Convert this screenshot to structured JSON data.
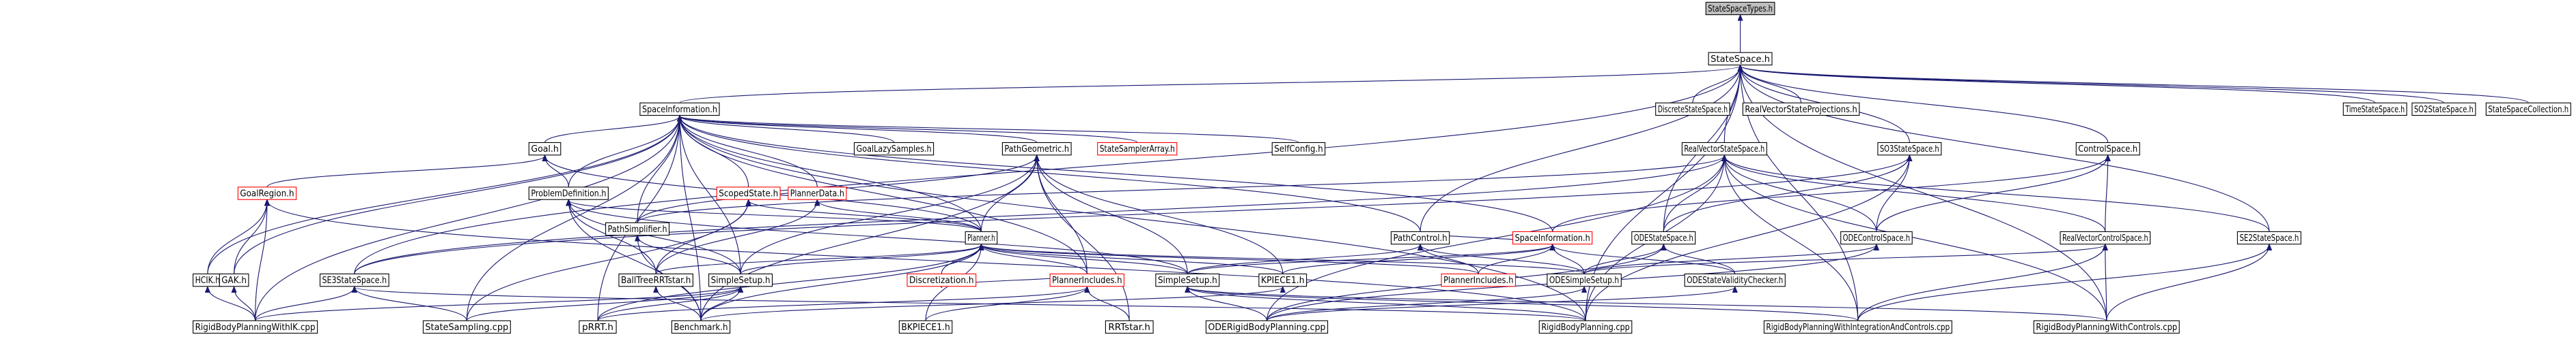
{
  "title": "StateSpaceTypes.h",
  "colors": {
    "edge": "#191970",
    "node_border": "#000000",
    "node_border_missing": "#ff0000",
    "root_fill": "#bfbfbf",
    "node_fill": "#ffffff"
  },
  "nodes": {
    "root": "StateSpaceTypes.h",
    "statespace": "StateSpace.h",
    "spaceinfo": "SpaceInformation.h",
    "discrete": "DiscreteStateSpace.h",
    "realvecproj": "RealVectorStateProjections.h",
    "timess": "TimeStateSpace.h",
    "so2": "SO2StateSpace.h",
    "collection": "StateSpaceCollection.h",
    "goal": "Goal.h",
    "scoped": "ScopedState.h",
    "goallazy": "GoalLazySamples.h",
    "pathgeo": "PathGeometric.h",
    "sampler": "StateSamplerArray.h",
    "selfconfig": "SelfConfig.h",
    "realvecss": "RealVectorStateSpace.h",
    "so3": "SO3StateSpace.h",
    "controlspace": "ControlSpace.h",
    "goalregion": "GoalRegion.h",
    "probdef": "ProblemDefinition.h",
    "pathsimp": "PathSimplifier.h",
    "plannerdata": "PlannerData.h",
    "planner": "Planner.h",
    "pathcontrol": "PathControl.h",
    "spaceinfo2": "SpaceInformation.h",
    "odess": "ODEStateSpace.h",
    "odecontrolspace": "ODEControlSpace.h",
    "realvecctrl": "RealVectorControlSpace.h",
    "se2": "SE2StateSpace.h",
    "hcik": "HCIK.h",
    "gak": "GAK.h",
    "se3": "SE3StateSpace.h",
    "balltree": "BallTreeRRTstar.h",
    "simplesetup": "SimpleSetup.h",
    "discretization": "Discretization.h",
    "plannerincludes": "PlannerIncludes.h",
    "simplesetup2": "SimpleSetup.h",
    "kpiece1": "KPIECE1.h",
    "plannerincludes2": "PlannerIncludes.h",
    "odesimplesetup": "ODESimpleSetup.h",
    "odevalidity": "ODEStateValidityChecker.h",
    "rbwhik": "RigidBodyPlanningWithIK.cpp",
    "statesampling": "StateSampling.cpp",
    "prrt": "pRRT.h",
    "benchmark": "Benchmark.h",
    "bkpiece1": "BKPIECE1.h",
    "rrtstar": "RRTstar.h",
    "oderbp": "ODERigidBodyPlanning.cpp",
    "rbp": "RigidBodyPlanning.cpp",
    "rbpwic": "RigidBodyPlanningWithIntegrationAndControls.cpp",
    "rbpwc": "RigidBodyPlanningWithControls.cpp"
  }
}
